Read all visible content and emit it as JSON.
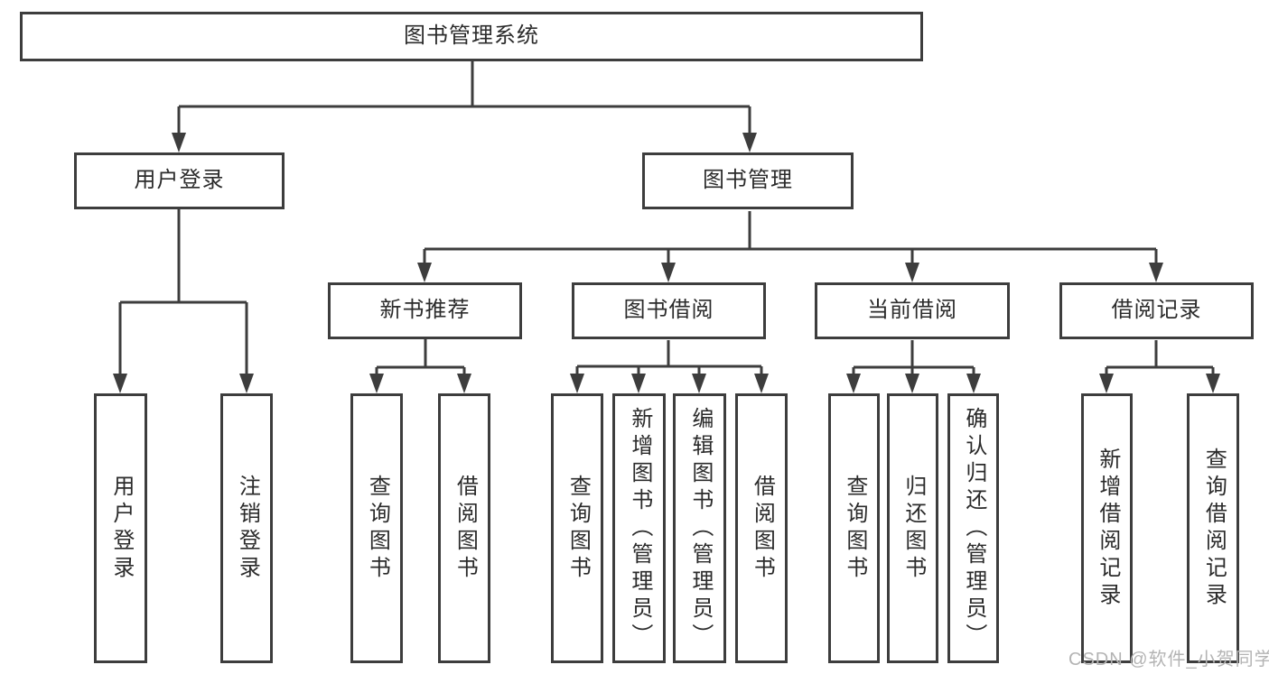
{
  "diagram": {
    "root": {
      "label": "图书管理系统"
    },
    "branches": [
      {
        "label": "用户登录",
        "children": [
          {
            "label": "用户登录"
          },
          {
            "label": "注销登录"
          }
        ]
      },
      {
        "label": "图书管理",
        "sections": [
          {
            "label": "新书推荐",
            "children": [
              {
                "label": "查询图书"
              },
              {
                "label": "借阅图书"
              }
            ]
          },
          {
            "label": "图书借阅",
            "children": [
              {
                "label": "查询图书"
              },
              {
                "label": "新增图书（管理员）"
              },
              {
                "label": "编辑图书（管理员）"
              },
              {
                "label": "借阅图书"
              }
            ]
          },
          {
            "label": "当前借阅",
            "children": [
              {
                "label": "查询图书"
              },
              {
                "label": "归还图书"
              },
              {
                "label": "确认归还（管理员）"
              }
            ]
          },
          {
            "label": "借阅记录",
            "children": [
              {
                "label": "新增借阅记录"
              },
              {
                "label": "查询借阅记录"
              }
            ]
          }
        ]
      }
    ]
  },
  "watermark": {
    "text": "CSDN @软件_小贺同学"
  },
  "colors": {
    "line": "#3d3d3d",
    "box_border": "#3d3d3d",
    "text": "#2b2b2b",
    "background": "#ffffff",
    "watermark": "#b4b4b4"
  }
}
